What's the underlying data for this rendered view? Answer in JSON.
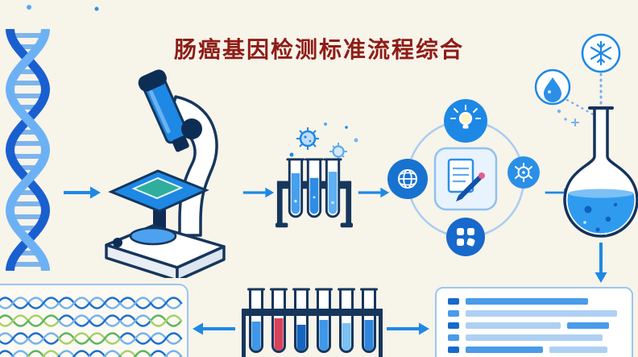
{
  "title": "肠癌基因检测标准流程综合",
  "colors": {
    "background": "#f7f4ea",
    "title": "#8e1c16",
    "arrow": "#1e88e5",
    "outline_navy": "#16365c",
    "accent_teal": "#2fae9e",
    "bar": {
      "dark": "#1769cb",
      "mid": "#4a9bea",
      "light": "#aed0f3"
    },
    "sequence": {
      "db": "#1b6fd2",
      "lb": "#74b3f0",
      "gr": "#5db45f",
      "lg": "#a8d06c"
    }
  },
  "flow_icons": [
    "dna-helix-icon",
    "microscope-icon",
    "pathogen-icon",
    "test-tube-rack-icon",
    "analysis-network-icon",
    "lightbulb-icon",
    "globe-icon",
    "virus-icon",
    "molecule-pieces-icon",
    "clipboard-pencil-icon",
    "droplet-icon",
    "snowflake-icon",
    "round-flask-icon",
    "report-table-icon",
    "tube-row-icon",
    "genome-sequence-icon"
  ],
  "report_panel": {
    "rows": [
      [
        {
          "w": 14,
          "c": "dark"
        },
        {
          "w": 152,
          "c": "mid"
        }
      ],
      [
        {
          "w": 14,
          "c": "mid"
        },
        {
          "w": 188,
          "c": "light"
        }
      ],
      [
        {
          "w": 14,
          "c": "dark"
        },
        {
          "w": 118,
          "c": "light"
        },
        {
          "w": 52,
          "c": "mid"
        }
      ],
      [
        {
          "w": 14,
          "c": "mid"
        },
        {
          "w": 170,
          "c": "light"
        }
      ],
      [
        {
          "w": 14,
          "c": "dark"
        },
        {
          "w": 96,
          "c": "mid"
        },
        {
          "w": 72,
          "c": "light"
        }
      ],
      [
        {
          "w": 14,
          "c": "mid"
        },
        {
          "w": 150,
          "c": "light"
        }
      ]
    ]
  },
  "bottom_tubes": {
    "liquid_colors": [
      "#3f97e8",
      "#d8415a",
      "#1565c0",
      "#3f97e8",
      "#7cc0f5",
      "#2f86de"
    ],
    "liquid_levels": [
      44,
      40,
      48,
      42,
      46,
      42
    ]
  },
  "sequence_panel": {
    "rows": [
      [
        [
          "db",
          "lb"
        ],
        [
          "lb",
          "db"
        ],
        [
          "db",
          "lb"
        ],
        [
          "lb",
          "db"
        ],
        [
          "db",
          "lb"
        ],
        [
          "lb",
          "db"
        ]
      ],
      [
        [
          "gr",
          "lg"
        ],
        [
          "lg",
          "gr"
        ],
        [
          "db",
          "lb"
        ],
        [
          "lb",
          "db"
        ],
        [
          "db",
          "lb"
        ],
        [
          "gr",
          "lg"
        ]
      ],
      [
        [
          "lb",
          "db"
        ],
        [
          "db",
          "lb"
        ],
        [
          "gr",
          "lg"
        ],
        [
          "lg",
          "gr"
        ],
        [
          "db",
          "lb"
        ],
        [
          "lb",
          "db"
        ]
      ],
      [
        [
          "db",
          "lb"
        ],
        [
          "gr",
          "lg"
        ],
        [
          "lb",
          "db"
        ],
        [
          "db",
          "lb"
        ],
        [
          "lg",
          "gr"
        ],
        [
          "db",
          "lb"
        ]
      ]
    ]
  }
}
